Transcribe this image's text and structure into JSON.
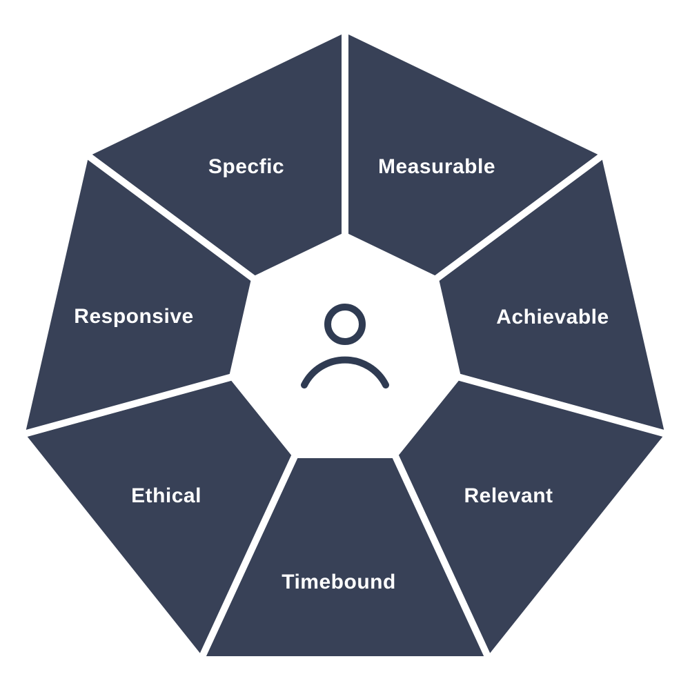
{
  "diagram": {
    "type": "heptagon-segment-diagram",
    "segments": [
      {
        "label": "Specfic"
      },
      {
        "label": "Measurable"
      },
      {
        "label": "Achievable"
      },
      {
        "label": "Relevant"
      },
      {
        "label": "Timebound"
      },
      {
        "label": "Ethical"
      },
      {
        "label": "Responsive"
      }
    ],
    "center_icon": "person-icon",
    "colors": {
      "segment_fill": "#384157",
      "divider": "#ffffff",
      "icon_stroke": "#2f3b52",
      "label_text": "#ffffff"
    }
  }
}
